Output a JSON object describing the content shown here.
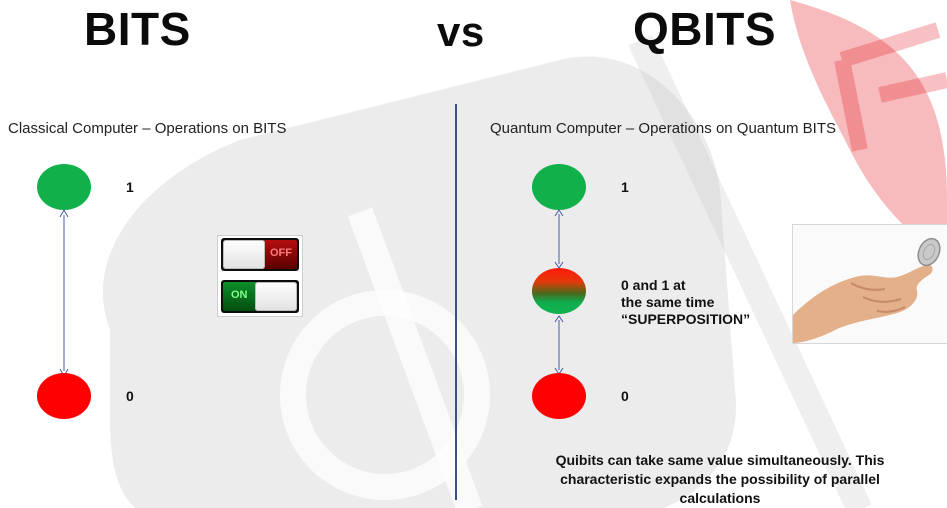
{
  "header": {
    "left_title": "BITS",
    "center_title": "vs",
    "right_title": "QBITS"
  },
  "classical": {
    "subtitle": "Classical Computer – Operations on BITS",
    "top_value": "1",
    "bottom_value": "0",
    "switches": {
      "off_label": "OFF",
      "on_label": "ON"
    }
  },
  "quantum": {
    "subtitle": "Quantum  Computer – Operations on Quantum BITS",
    "top_value": "1",
    "middle_label": [
      "0 and 1 at",
      "the same time",
      "“SUPERPOSITION”"
    ],
    "bottom_value": "0",
    "note": [
      "Quibits can take same value simultaneously. This",
      "characteristic expands the possibility of parallel",
      "calculations"
    ]
  },
  "colors": {
    "green": "#12b04b",
    "red": "#ff0000",
    "divider": "#3b4f87",
    "arrow": "#4a5aa6"
  },
  "icons": [
    "toggle-switch-icon",
    "coin-flip-hand-icon"
  ]
}
